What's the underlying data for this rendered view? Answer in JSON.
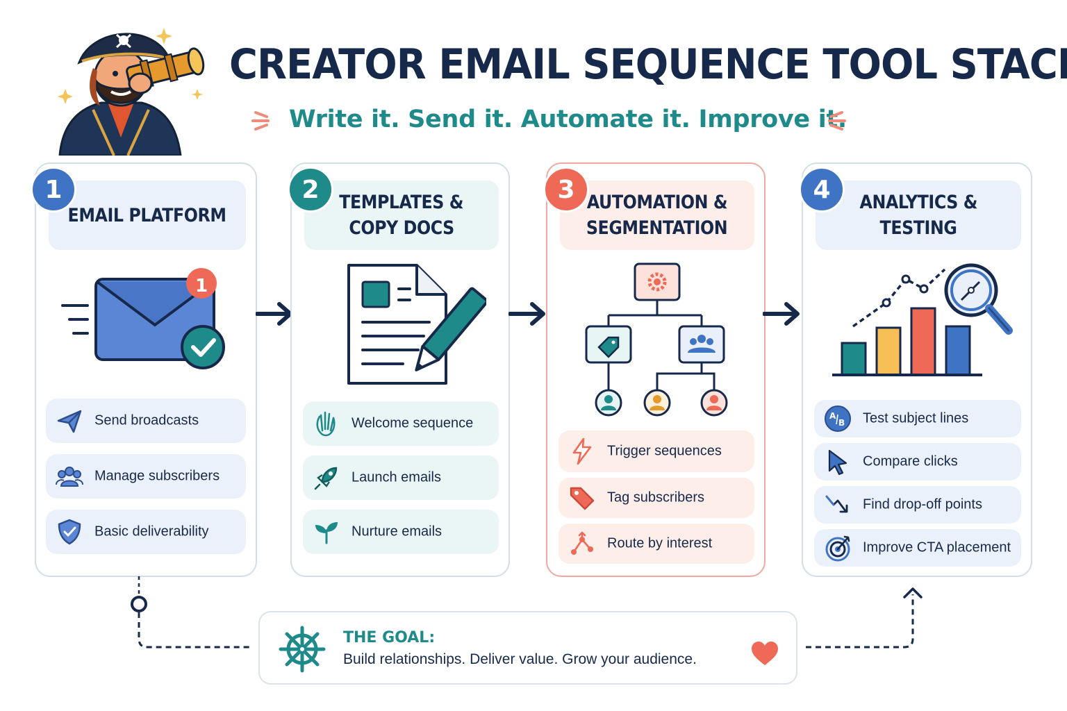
{
  "header": {
    "title": "CREATOR EMAIL SEQUENCE TOOL STACK",
    "subtitle": "Write it. Send it. Automate it. Improve it."
  },
  "colors": {
    "navy": "#17294a",
    "teal": "#1e8a8a",
    "blue": "#3f73c4",
    "coral": "#ef6a56",
    "yellow": "#f5bf55"
  },
  "cards": [
    {
      "number": "1",
      "title_line1": "EMAIL PLATFORM",
      "title_line2": "",
      "illustration": "envelope-icon",
      "notification_count": "1",
      "items": [
        {
          "label": "Send broadcasts",
          "icon": "paper-plane-icon"
        },
        {
          "label": "Manage subscribers",
          "icon": "users-icon"
        },
        {
          "label": "Basic deliverability",
          "icon": "shield-check-icon"
        }
      ]
    },
    {
      "number": "2",
      "title_line1": "TEMPLATES &",
      "title_line2": "COPY DOCS",
      "illustration": "document-pencil-icon",
      "items": [
        {
          "label": "Welcome sequence",
          "icon": "waving-hand-icon"
        },
        {
          "label": "Launch emails",
          "icon": "rocket-icon"
        },
        {
          "label": "Nurture emails",
          "icon": "sprout-icon"
        }
      ]
    },
    {
      "number": "3",
      "title_line1": "AUTOMATION &",
      "title_line2": "SEGMENTATION",
      "illustration": "workflow-tree-icon",
      "items": [
        {
          "label": "Trigger sequences",
          "icon": "lightning-icon"
        },
        {
          "label": "Tag subscribers",
          "icon": "tag-icon"
        },
        {
          "label": "Route by interest",
          "icon": "route-icon"
        }
      ]
    },
    {
      "number": "4",
      "title_line1": "ANALYTICS &",
      "title_line2": "TESTING",
      "illustration": "bar-chart-magnifier-icon",
      "items": [
        {
          "label": "Test subject lines",
          "icon": "ab-test-icon"
        },
        {
          "label": "Compare clicks",
          "icon": "cursor-icon"
        },
        {
          "label": "Find drop-off points",
          "icon": "trend-down-icon"
        },
        {
          "label": "Improve CTA placement",
          "icon": "target-icon"
        }
      ]
    }
  ],
  "goal": {
    "title": "THE GOAL:",
    "text": "Build relationships. Deliver value. Grow your audience."
  }
}
